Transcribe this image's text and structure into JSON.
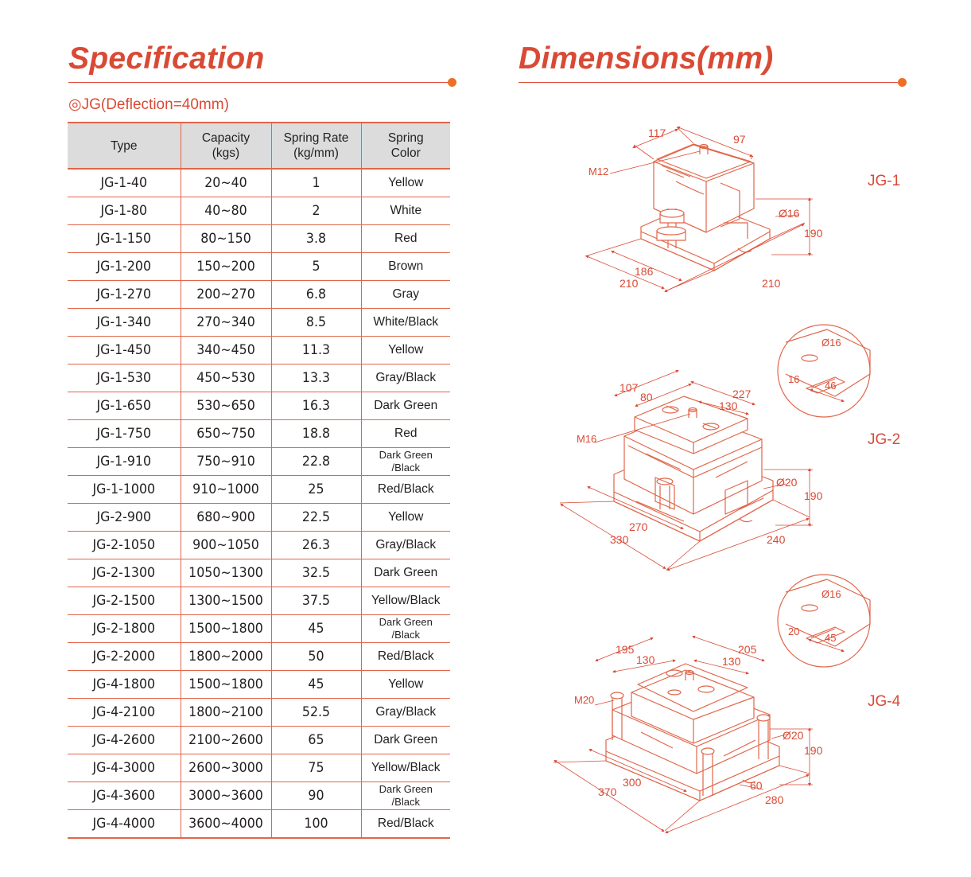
{
  "spec": {
    "title": "Specification",
    "subtitle_marker": "◎",
    "subtitle": "JG(Deflection=40mm)",
    "headers": [
      {
        "line1": "Type",
        "line2": ""
      },
      {
        "line1": "Capacity",
        "line2": "(kgs)"
      },
      {
        "line1": "Spring Rate",
        "line2": "(kg/mm)"
      },
      {
        "line1": "Spring",
        "line2": "Color"
      }
    ],
    "rows": [
      {
        "type": "JG-1-40",
        "capacity": "20~40",
        "rate": "1",
        "color": "Yellow"
      },
      {
        "type": "JG-1-80",
        "capacity": "40~80",
        "rate": "2",
        "color": "White"
      },
      {
        "type": "JG-1-150",
        "capacity": "80~150",
        "rate": "3.8",
        "color": "Red"
      },
      {
        "type": "JG-1-200",
        "capacity": "150~200",
        "rate": "5",
        "color": "Brown"
      },
      {
        "type": "JG-1-270",
        "capacity": "200~270",
        "rate": "6.8",
        "color": "Gray"
      },
      {
        "type": "JG-1-340",
        "capacity": "270~340",
        "rate": "8.5",
        "color": "White/Black"
      },
      {
        "type": "JG-1-450",
        "capacity": "340~450",
        "rate": "11.3",
        "color": "Yellow"
      },
      {
        "type": "JG-1-530",
        "capacity": "450~530",
        "rate": "13.3",
        "color": "Gray/Black"
      },
      {
        "type": "JG-1-650",
        "capacity": "530~650",
        "rate": "16.3",
        "color": "Dark Green"
      },
      {
        "type": "JG-1-750",
        "capacity": "650~750",
        "rate": "18.8",
        "color": "Red"
      },
      {
        "type": "JG-1-910",
        "capacity": "750~910",
        "rate": "22.8",
        "color": "Dark Green",
        "color2": "/Black"
      },
      {
        "type": "JG-1-1000",
        "capacity": "910~1000",
        "rate": "25",
        "color": "Red/Black"
      },
      {
        "type": "JG-2-900",
        "capacity": "680~900",
        "rate": "22.5",
        "color": "Yellow"
      },
      {
        "type": "JG-2-1050",
        "capacity": "900~1050",
        "rate": "26.3",
        "color": "Gray/Black"
      },
      {
        "type": "JG-2-1300",
        "capacity": "1050~1300",
        "rate": "32.5",
        "color": "Dark Green"
      },
      {
        "type": "JG-2-1500",
        "capacity": "1300~1500",
        "rate": "37.5",
        "color": "Yellow/Black"
      },
      {
        "type": "JG-2-1800",
        "capacity": "1500~1800",
        "rate": "45",
        "color": "Dark Green",
        "color2": "/Black"
      },
      {
        "type": "JG-2-2000",
        "capacity": "1800~2000",
        "rate": "50",
        "color": "Red/Black"
      },
      {
        "type": "JG-4-1800",
        "capacity": "1500~1800",
        "rate": "45",
        "color": "Yellow"
      },
      {
        "type": "JG-4-2100",
        "capacity": "1800~2100",
        "rate": "52.5",
        "color": "Gray/Black"
      },
      {
        "type": "JG-4-2600",
        "capacity": "2100~2600",
        "rate": "65",
        "color": "Dark Green"
      },
      {
        "type": "JG-4-3000",
        "capacity": "2600~3000",
        "rate": "75",
        "color": "Yellow/Black"
      },
      {
        "type": "JG-4-3600",
        "capacity": "3000~3600",
        "rate": "90",
        "color": "Dark Green",
        "color2": "/Black"
      },
      {
        "type": "JG-4-4000",
        "capacity": "3600~4000",
        "rate": "100",
        "color": "Red/Black"
      }
    ]
  },
  "dimensions": {
    "title": "Dimensions(mm)",
    "jg1": {
      "label": "JG-1",
      "top_a": "117",
      "top_b": "97",
      "bolt": "M12",
      "hole": "Ø16",
      "height": "190",
      "inner": "186",
      "width_a": "210",
      "width_b": "210"
    },
    "jg2": {
      "label": "JG-2",
      "top_a": "107",
      "top_b": "80",
      "top_c": "227",
      "top_d": "130",
      "bolt": "M16",
      "hole": "Ø20",
      "height": "190",
      "inner": "270",
      "width_a": "330",
      "width_b": "240",
      "detail_hole": "Ø16",
      "detail_a": "16",
      "detail_b": "46"
    },
    "jg4": {
      "label": "JG-4",
      "top_a": "195",
      "top_b": "130",
      "top_c": "205",
      "top_d": "130",
      "bolt": "M20",
      "hole": "Ø20",
      "height": "190",
      "inner": "300",
      "width_a": "370",
      "width_b": "280",
      "slot": "60",
      "detail_hole": "Ø16",
      "detail_a": "20",
      "detail_b": "45"
    }
  },
  "colors": {
    "accent": "#d94a35",
    "dot": "#ee6f24",
    "header_bg": "#dcdcdd",
    "line_art": "#e0664a"
  }
}
